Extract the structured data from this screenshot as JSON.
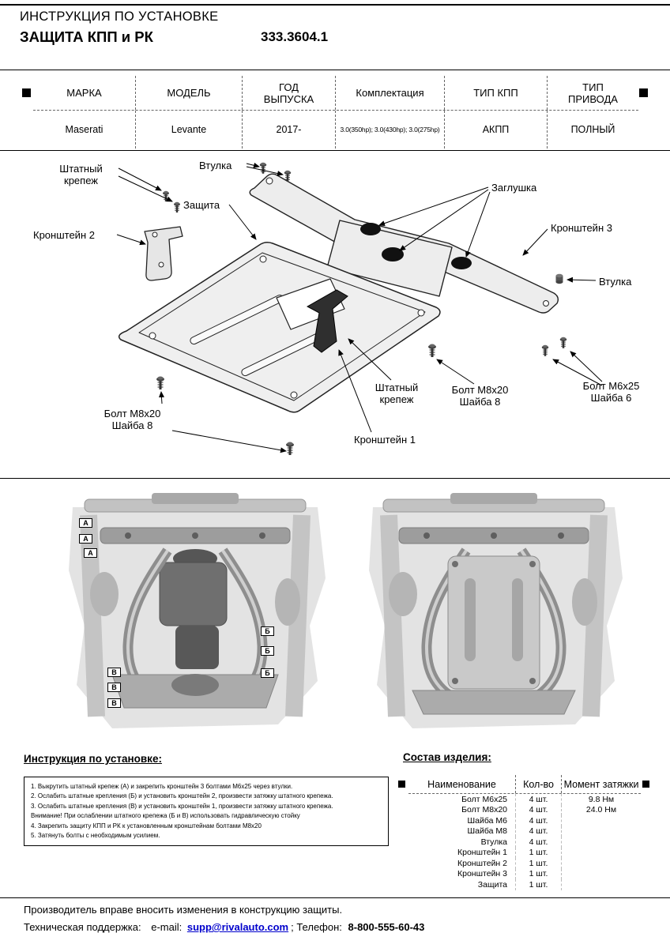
{
  "header": {
    "doc_type": "ИНСТРУКЦИЯ ПО УСТАНОВКЕ",
    "product": "ЗАЩИТА КПП и РК",
    "part_number": "333.3604.1"
  },
  "spec_table": {
    "headers": [
      "МАРКА",
      "МОДЕЛЬ",
      "ГОД\nВЫПУСКА",
      "Комплектация",
      "ТИП КПП",
      "ТИП\nПРИВОДА"
    ],
    "values": [
      "Maserati",
      "Levante",
      "2017-",
      "3.0(350hp); 3.0(430hp); 3.0(275hp)",
      "АКПП",
      "ПОЛНЫЙ"
    ]
  },
  "diagram": {
    "labels": {
      "oem_fastener_top": "Штатный\nкрепеж",
      "bushing_top": "Втулка",
      "guard": "Защита",
      "plug": "Заглушка",
      "bracket2": "Кронштейн 2",
      "bracket3": "Кронштейн 3",
      "bushing_right": "Втулка",
      "bolt_m8_left": "Болт М8х20\nШайба 8",
      "oem_fastener_bottom": "Штатный\nкрепеж",
      "bolt_m8_mid": "Болт М8х20\nШайба 8",
      "bolt_m6_right": "Болт М6х25\nШайба 6",
      "bracket1": "Кронштейн 1"
    }
  },
  "photos": {
    "left_markers": [
      "А",
      "А",
      "А",
      "Б",
      "Б",
      "Б",
      "В",
      "В",
      "В"
    ]
  },
  "instructions": {
    "title": "Инструкция по установке:",
    "steps": [
      "1. Выкрутить штатный крепеж (А) и закрепить кронштейн 3 болтами М6х25 через втулки.",
      "2. Ослабить штатные крепления (Б) и установить кронштейн 2, произвести затяжку штатного крепежа.",
      "3. Ослабить штатные крепления (В) и установить кронштейн 1, произвести затяжку штатного крепежа.",
      "Внимание! При ослаблении штатного крепежа (Б и В) использовать гидравлическую стойку",
      "4. Закрепить защиту КПП и РК к установленным кронштейнам болтами М8х20",
      "5. Затянуть болты с необходимым усилием."
    ]
  },
  "parts": {
    "title": "Состав изделия:",
    "headers": [
      "Наименование",
      "Кол-во",
      "Момент затяжки"
    ],
    "rows": [
      {
        "name": "Болт М6х25",
        "qty": "4 шт.",
        "torque": "9.8 Нм"
      },
      {
        "name": "Болт М8х20",
        "qty": "4 шт.",
        "torque": "24.0 Нм"
      },
      {
        "name": "Шайба М6",
        "qty": "4 шт.",
        "torque": ""
      },
      {
        "name": "Шайба М8",
        "qty": "4 шт.",
        "torque": ""
      },
      {
        "name": "Втулка",
        "qty": "4 шт.",
        "torque": ""
      },
      {
        "name": "Кронштейн 1",
        "qty": "1 шт.",
        "torque": ""
      },
      {
        "name": "Кронштейн 2",
        "qty": "1 шт.",
        "torque": ""
      },
      {
        "name": "Кронштейн 3",
        "qty": "1 шт.",
        "torque": ""
      },
      {
        "name": "Защита",
        "qty": "1 шт.",
        "torque": ""
      }
    ]
  },
  "footer": {
    "disclaimer": "Производитель вправе вносить изменения в конструкцию защиты.",
    "support_label": "Техническая поддержка:",
    "email_label": "e-mail:",
    "email": "supp@rivalauto.com",
    "phone_label": "; Телефон:",
    "phone": "8-800-555-60-43"
  }
}
